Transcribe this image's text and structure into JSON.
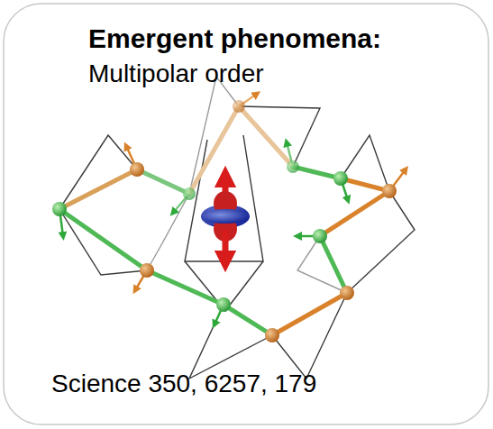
{
  "diagram": {
    "title": "Emergent phenomena:",
    "caption": "Science 350, 6257, 179",
    "labels": [
      "Multipolar order"
    ]
  }
}
